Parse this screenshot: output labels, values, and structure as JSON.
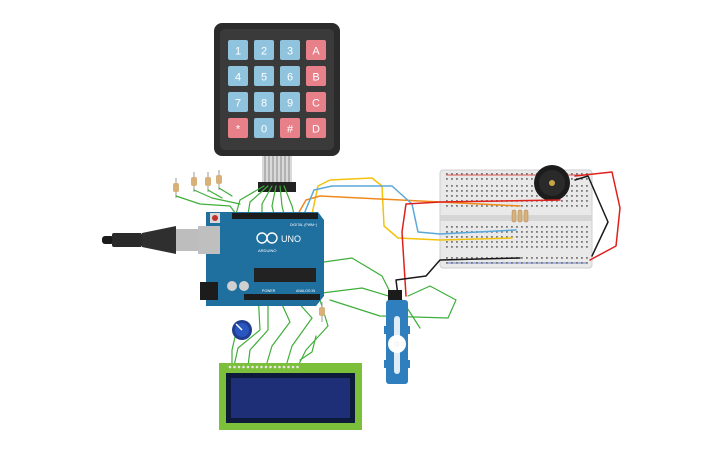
{
  "keypad": {
    "keys": [
      "1",
      "2",
      "3",
      "A",
      "4",
      "5",
      "6",
      "B",
      "7",
      "8",
      "9",
      "C",
      "*",
      "0",
      "#",
      "D"
    ],
    "colors": {
      "digit": "#8fc3de",
      "letter": "#e8808a",
      "body": "#2b2b2b",
      "face": "#3a3a3a"
    }
  },
  "arduino": {
    "logo_text": "UNO",
    "brand_text": "ARDUINO",
    "digital_label": "DIGITAL (PWM~)",
    "power_label": "POWER",
    "analog_label": "ANALOG IN",
    "board_color": "#1f6f9f"
  },
  "wire_colors": {
    "green": "#3fae3a",
    "red": "#e0201b",
    "black": "#1a1a1a",
    "yellow": "#f2c20c",
    "orange": "#f08a1c",
    "blue": "#5aa8d8"
  },
  "lcd": {
    "frame_color": "#7cbf3a",
    "screen_color": "#1e2f78"
  }
}
